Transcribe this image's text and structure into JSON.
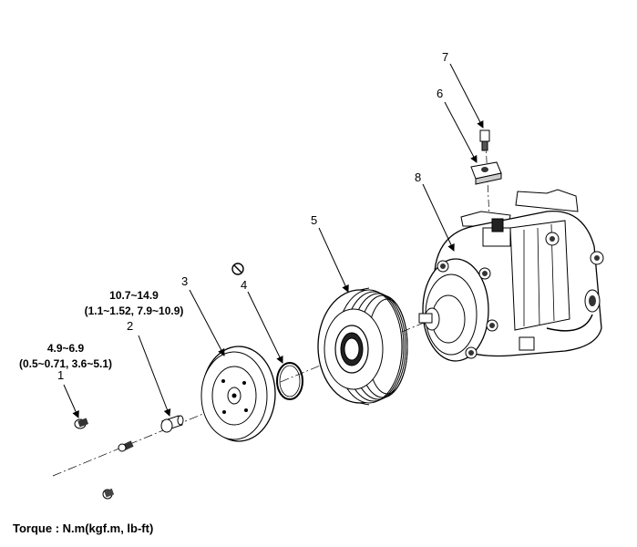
{
  "callouts": {
    "n1": "1",
    "n2": "2",
    "n3": "3",
    "n4": "4",
    "n5": "5",
    "n6": "6",
    "n7": "7",
    "n8": "8"
  },
  "torque_specs": {
    "bolt_1": {
      "line1": "4.9~6.9",
      "line2": "(0.5~0.71, 3.6~5.1)"
    },
    "bolt_2": {
      "line1": "10.7~14.9",
      "line2": "(1.1~1.52, 7.9~10.9)"
    }
  },
  "footer": {
    "torque_units": "Torque : N.m(kgf.m, lb-ft)"
  },
  "icons": {
    "do_not_reuse": "prohibition-icon"
  }
}
